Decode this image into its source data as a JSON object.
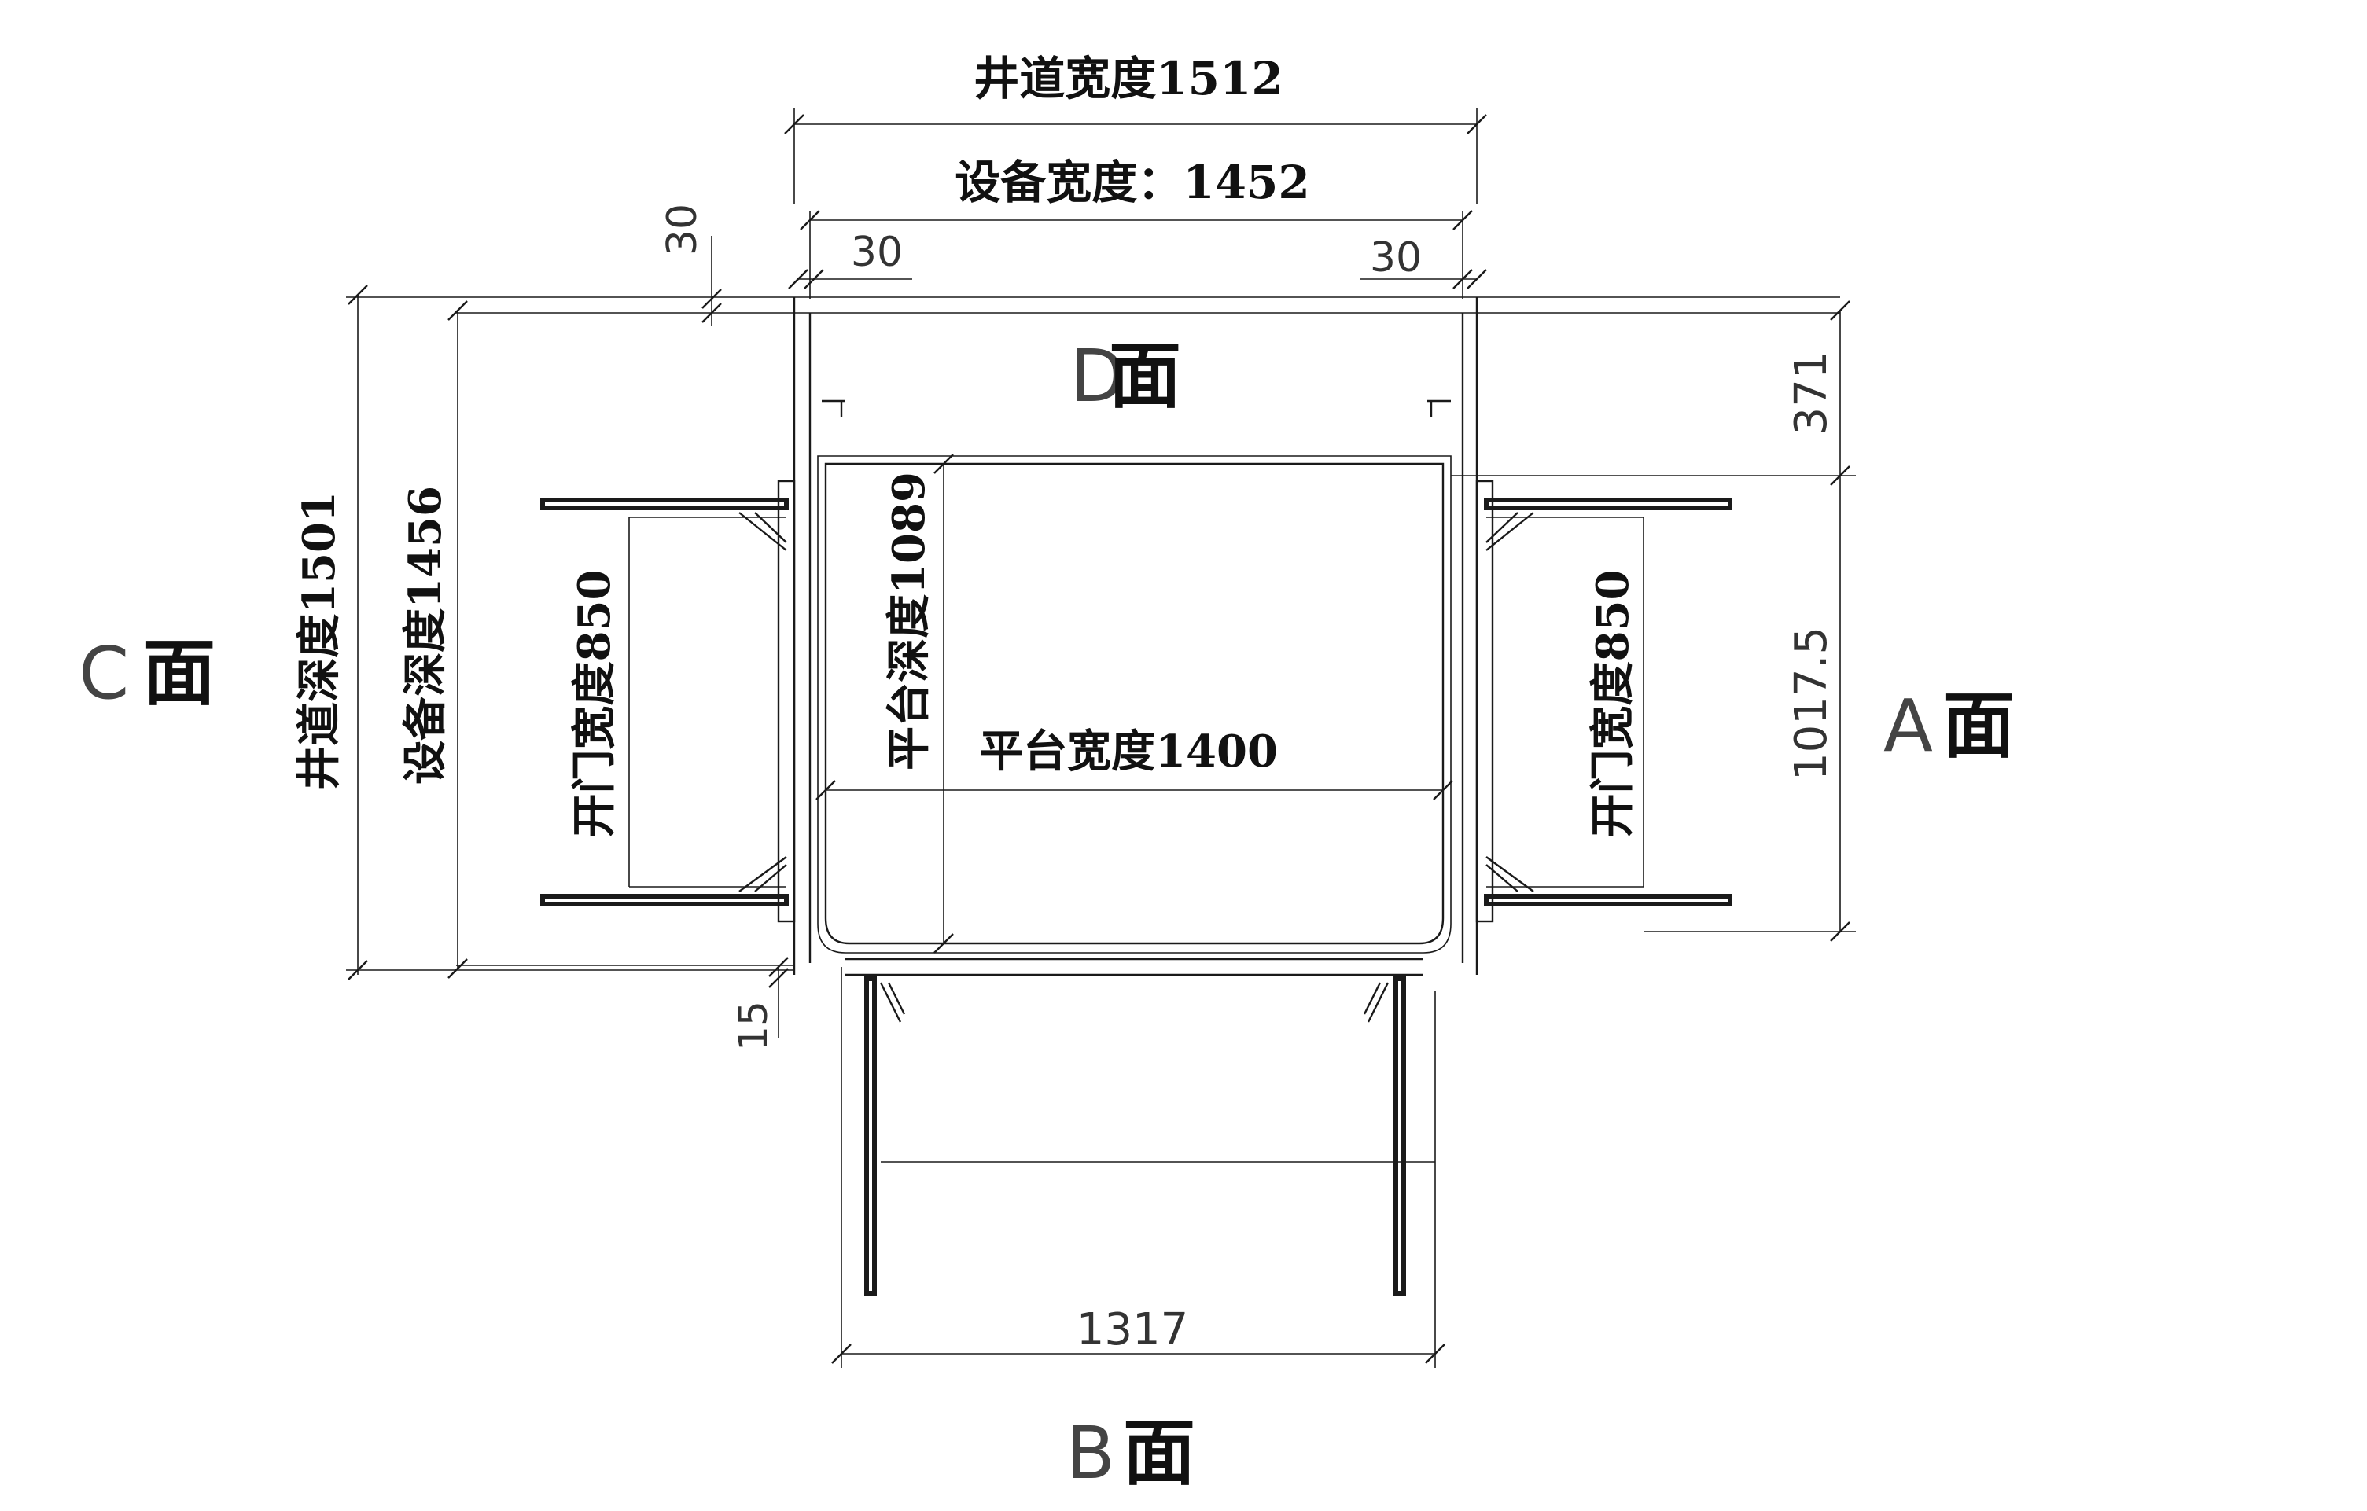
{
  "faces": {
    "d": {
      "letter": "D",
      "char": "面"
    },
    "c": {
      "letter": "C",
      "char": "面"
    },
    "a": {
      "letter": "A",
      "char": "面"
    },
    "b": {
      "letter": "B",
      "char": "面"
    }
  },
  "dimensions": {
    "shaft_width": "井道宽度1512",
    "equipment_width": "设备宽度：1452",
    "gap_left": "30",
    "gap_right": "30",
    "gap_vertical": "30",
    "shaft_depth": "井道深度1501",
    "equipment_depth": "设备深度1456",
    "door_width_left": "开门宽度850",
    "door_width_right": "开门宽度850",
    "platform_depth": "平台深度1089",
    "platform_width": "平台宽度1400",
    "top_offset": "371",
    "side_span": "1017.5",
    "bottom_gap": "15",
    "bottom_width": "1317"
  }
}
